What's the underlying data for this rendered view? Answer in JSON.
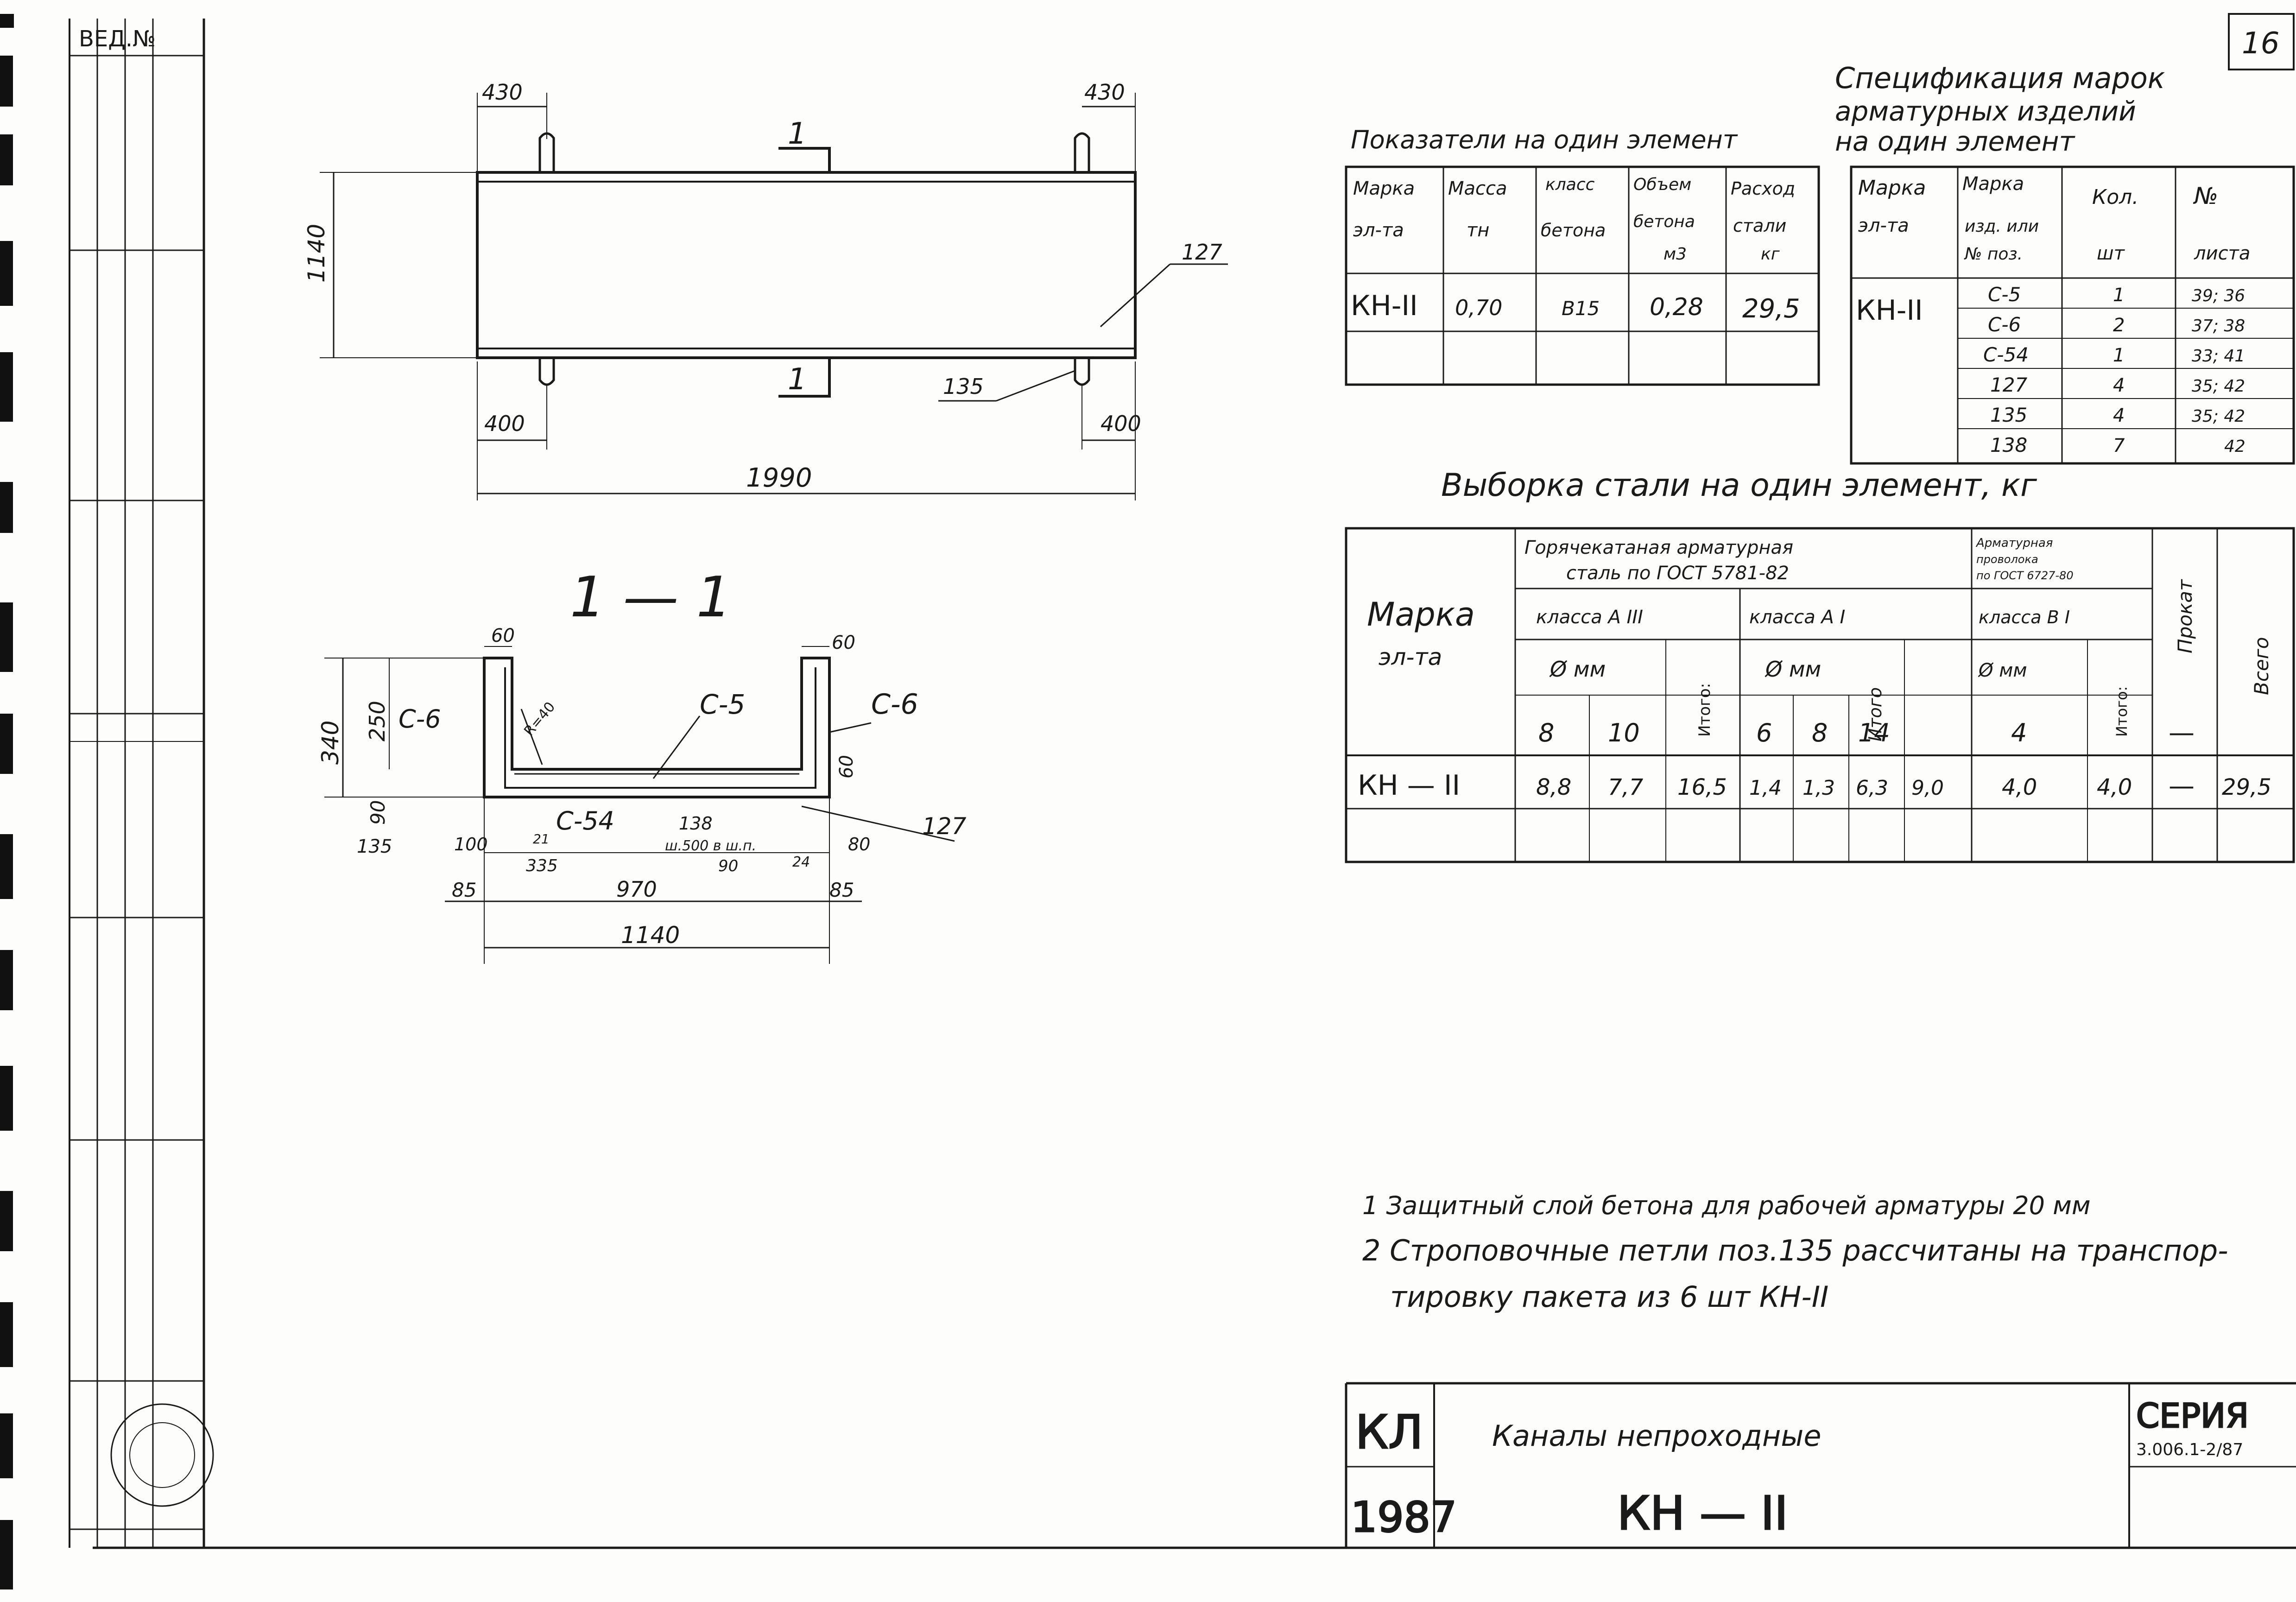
{
  "sheet": {
    "number": "16",
    "left_stamp": "ВЕД.№"
  },
  "plan_view": {
    "dims": {
      "top_left": "430",
      "top_right": "430",
      "height": "1140",
      "bottom_left": "400",
      "bottom_right": "400",
      "length": "1990"
    },
    "section_marks": [
      "1",
      "1"
    ],
    "callouts": [
      "127",
      "135"
    ]
  },
  "section_view": {
    "title": "1 — 1",
    "labels": {
      "c6_left": "С-6",
      "c6_right": "С-6",
      "c5": "С-5",
      "c54": "С-54",
      "r": "R=40",
      "p127": "127",
      "p138": "138",
      "p138_note": "ш.500 в ш.п.",
      "p90": "90"
    },
    "dims": {
      "top_left": "60",
      "top_right": "60",
      "h340": "340",
      "h250": "250",
      "h90": "90",
      "h135": "135",
      "r60": "60",
      "d100": "100",
      "d335": "335",
      "d21": "21",
      "d24": "24",
      "d80": "80",
      "d85l": "85",
      "d970": "970",
      "d85r": "85",
      "d1140": "1140"
    }
  },
  "indicators": {
    "title": "Показатели на один элемент",
    "headers": [
      [
        "Марка",
        "эл-та"
      ],
      [
        "Масса",
        "тн"
      ],
      [
        "класс",
        "бетона"
      ],
      [
        "Объем",
        "бетона",
        "м3"
      ],
      [
        "Расход",
        "стали",
        "кг"
      ]
    ],
    "rows": [
      [
        "КН-II",
        "0,70",
        "В15",
        "0,28",
        "29,5"
      ],
      [
        "",
        "",
        "",
        "",
        ""
      ]
    ]
  },
  "specification": {
    "title": [
      "Спецификация марок",
      "арматурных изделий",
      "на один элемент"
    ],
    "headers": [
      [
        "Марка",
        "эл-та"
      ],
      [
        "Марка",
        "изд. или",
        "№ поз."
      ],
      [
        "Кол.",
        "шт"
      ],
      [
        "№",
        "листа"
      ]
    ],
    "element": "КН-II",
    "rows": [
      [
        "С-5",
        "1",
        "39; 36"
      ],
      [
        "С-6",
        "2",
        "37; 38"
      ],
      [
        "С-54",
        "1",
        "33; 41"
      ],
      [
        "127",
        "4",
        "35; 42"
      ],
      [
        "135",
        "4",
        "35; 42"
      ],
      [
        "138",
        "7",
        "42"
      ]
    ]
  },
  "steel_sample": {
    "title": "Выборка стали на один элемент, кг",
    "col_mark": [
      "Марка",
      "эл-та"
    ],
    "hot_rolled": [
      "Горячекатаная арматурная",
      "сталь по ГОСТ 5781-82"
    ],
    "wire": [
      "Арматурная",
      "проволока",
      "по ГОСТ 6727-80"
    ],
    "class_aIII": "класса А III",
    "class_aI": "класса А I",
    "class_bI": "класса В I",
    "diam": "Ø мм",
    "total": "Итого:",
    "itogo": "Итого",
    "prokat": "Прокат",
    "vsego": "Всего",
    "diameters": [
      "8",
      "10",
      "6",
      "8",
      "14",
      "4"
    ],
    "dash": "—",
    "row": [
      "КН — II",
      "8,8",
      "7,7",
      "16,5",
      "1,4",
      "1,3",
      "6,3",
      "9,0",
      "4,0",
      "4,0",
      "—",
      "29,5"
    ]
  },
  "notes": [
    "1 Защитный слой бетона для рабочей арматуры 20 мм",
    "2 Строповочные петли поз.135 рассчитаны на транспор-",
    "тировку пакета из 6 шт КН-II"
  ],
  "title_block": {
    "org": "КЛ",
    "year": "1987",
    "name": "Каналы непроходные",
    "mark": "КН — II",
    "series": "СЕРИЯ",
    "series_code": "3.006.1-2/87"
  }
}
